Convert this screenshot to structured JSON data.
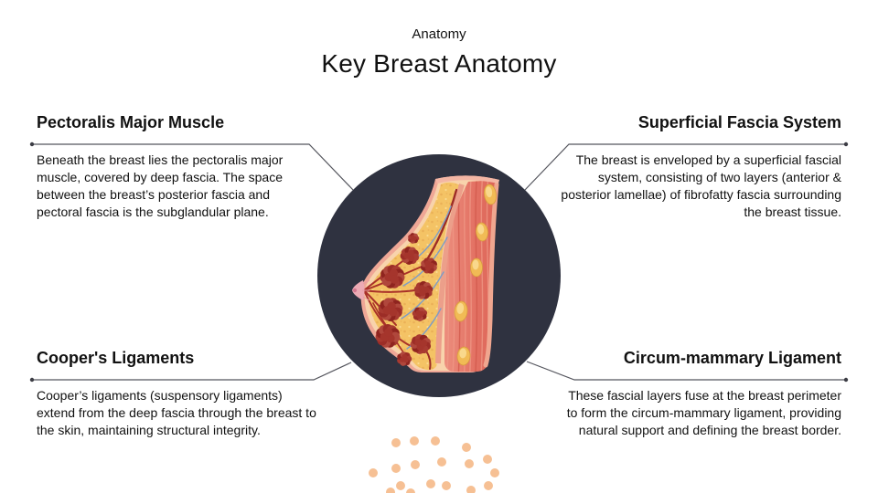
{
  "slide": {
    "eyebrow": "Anatomy",
    "title": "Key Breast Anatomy"
  },
  "callouts": {
    "pectoralis": {
      "heading": "Pectoralis Major Muscle",
      "body": [
        "Beneath the breast lies the pectoralis major",
        "muscle, covered by deep fascia. The space",
        "between the breast’s posterior fascia and",
        "pectoral fascia is the subglandular plane."
      ]
    },
    "fascia": {
      "heading": "Superficial Fascia System",
      "body": [
        "The breast is enveloped by a superficial fascial",
        "system, consisting of two layers (anterior &",
        "posterior lamellae) of fibrofatty fascia surrounding",
        "the breast tissue."
      ]
    },
    "coopers": {
      "heading": "Cooper's Ligaments",
      "body": [
        "Cooper’s ligaments (suspensory ligaments)",
        "extend from the deep fascia through the breast to",
        "the skin, maintaining structural integrity."
      ]
    },
    "circum": {
      "heading": "Circum-mammary Ligament",
      "body": [
        "These fascial layers fuse at the breast perimeter",
        "to form the circum-mammary ligament, providing",
        "natural support and defining the breast border."
      ]
    }
  },
  "illustration": {
    "label": "breast anatomy cross-section",
    "circle_color": "#2f3240"
  },
  "colors": {
    "connector": "#55565e",
    "connector_dot": "#3c3d45",
    "decor_dot": "#f6c094",
    "skin": "#efa796",
    "subcutaneous": "#f8d3ac",
    "fat": "#f4c365",
    "fascia": "#ec9f8a",
    "muscle_light": "#ec8d7d",
    "muscle_dark": "#dc6355",
    "lobule": "#9c2d27",
    "duct": "#a93129",
    "vein": "#7e9dc7",
    "globule": "#f1bb55"
  }
}
